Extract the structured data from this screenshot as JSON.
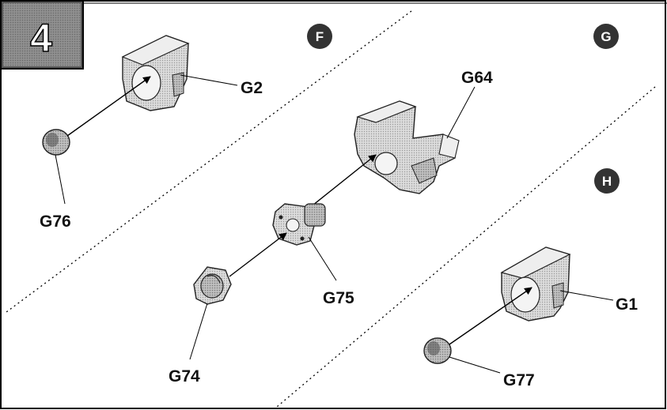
{
  "step": {
    "number": "4"
  },
  "sections": [
    {
      "id": "F",
      "label": "F"
    },
    {
      "id": "G",
      "label": "G"
    },
    {
      "id": "H",
      "label": "H"
    }
  ],
  "parts": {
    "g2": "G2",
    "g76": "G76",
    "g64": "G64",
    "g75": "G75",
    "g74": "G74",
    "g1": "G1",
    "g77": "G77"
  },
  "colors": {
    "frame": "#000000",
    "step_box": "#555555",
    "part_fill": "#d8d8d8",
    "part_shade": "#b0b0b0",
    "badge": "#333333"
  }
}
